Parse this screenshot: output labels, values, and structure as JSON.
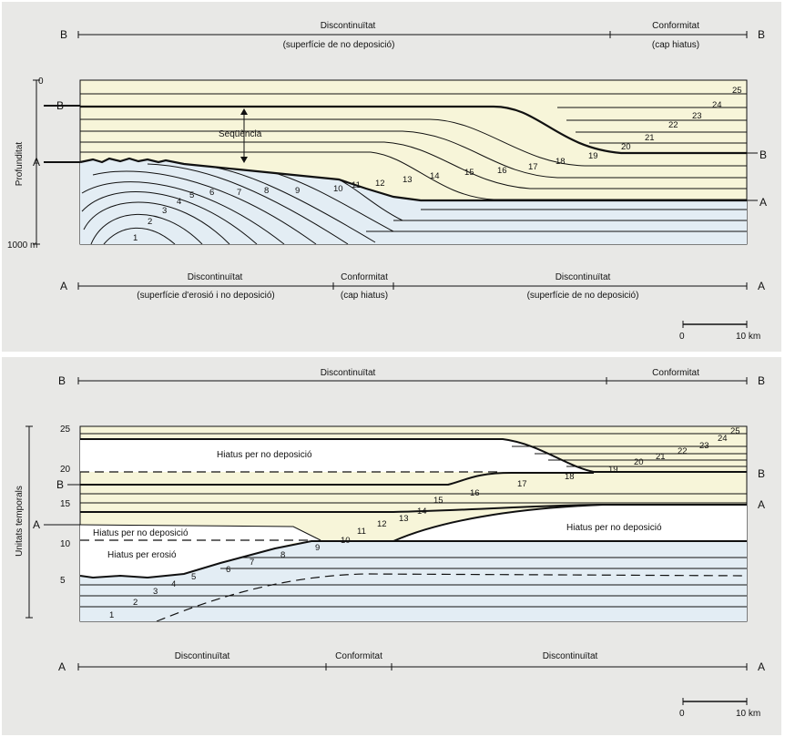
{
  "top": {
    "B_label": "B",
    "A_label": "A",
    "zero_label": "0",
    "depth_bottom_label": "1000 m",
    "y_axis_label": "Profunditat",
    "sequence_label": "Seqüència",
    "B_top": {
      "left_title": "Discontinuïtat",
      "left_sub": "(superfície de no deposició)",
      "right_title": "Conformitat",
      "right_sub": "(cap hiatus)"
    },
    "A_bottom": {
      "seg1_title": "Discontinuïtat",
      "seg1_sub": "(superfície d'erosió i no deposició)",
      "seg2_title": "Conformitat",
      "seg2_sub": "(cap hiatus)",
      "seg3_title": "Discontinuïtat",
      "seg3_sub": "(superfície de no deposició)"
    },
    "scale": {
      "zero": "0",
      "end": "10 km"
    },
    "layer_numbers": [
      "1",
      "2",
      "3",
      "4",
      "5",
      "6",
      "7",
      "8",
      "9",
      "10",
      "11",
      "12",
      "13",
      "14",
      "15",
      "16",
      "17",
      "18",
      "19",
      "20",
      "21",
      "22",
      "23",
      "24",
      "25"
    ]
  },
  "bottom": {
    "B_label": "B",
    "A_label": "A",
    "y_axis_label": "Unitats temporals",
    "ticks": [
      "25",
      "20",
      "15",
      "10",
      "5"
    ],
    "B_top": {
      "left_title": "Discontinuïtat",
      "right_title": "Conformitat"
    },
    "A_bottom": {
      "seg1_title": "Discontinuïtat",
      "seg2_title": "Conformitat",
      "seg3_title": "Discontinuïtat"
    },
    "hiatus_top": "Hiatus per no deposició",
    "hiatus_left": "Hiatus per no deposició",
    "hiatus_erosion": "Hiatus per erosió",
    "hiatus_right": "Hiatus per no deposició",
    "scale": {
      "zero": "0",
      "end": "10 km"
    },
    "layer_numbers": [
      "1",
      "2",
      "3",
      "4",
      "5",
      "6",
      "7",
      "8",
      "9",
      "10",
      "11",
      "12",
      "13",
      "14",
      "15",
      "16",
      "17",
      "18",
      "19",
      "20",
      "21",
      "22",
      "23",
      "24",
      "25"
    ]
  },
  "colors": {
    "upper_fill": "#f7f5d9",
    "lower_fill": "#e3edf4",
    "panel_bg": "#e8e8e6",
    "line": "#111111"
  }
}
